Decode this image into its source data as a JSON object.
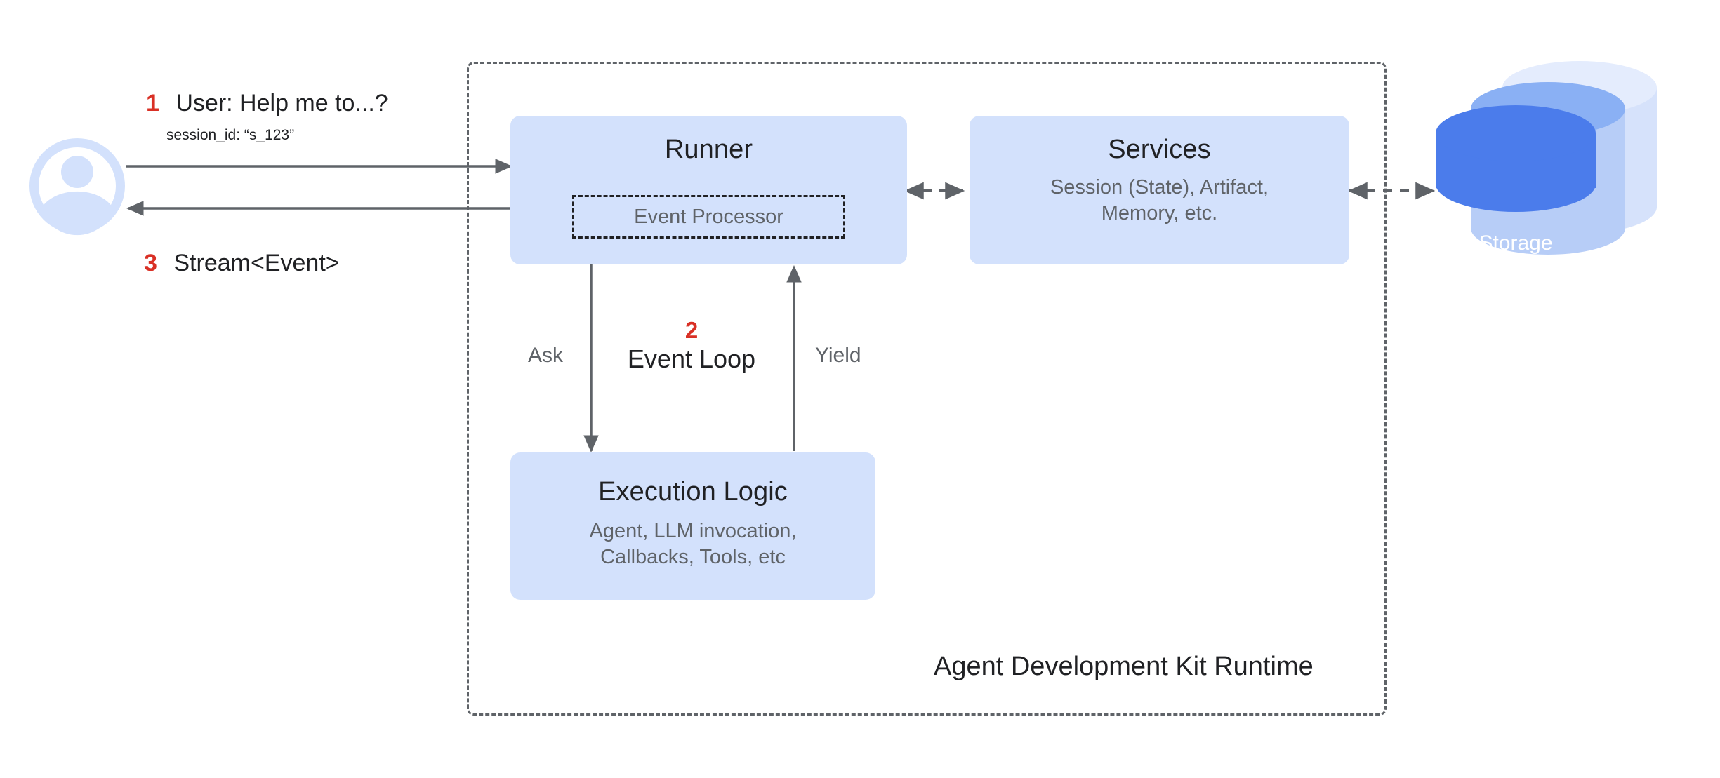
{
  "diagram": {
    "title": "Agent Development Kit Runtime",
    "colors": {
      "box_fill": "#d3e1fc",
      "accent_red": "#d93025",
      "text_primary": "#202124",
      "text_secondary": "#5f6368",
      "arrow": "#5f6368",
      "storage_front": "#4b7ceb",
      "storage_middle": "#8ab0f4",
      "storage_back": "#d6e2fb",
      "avatar": "#d3e1fc"
    }
  },
  "actor": {
    "avatar_icon": "user-avatar-icon",
    "request": {
      "step": "1",
      "text": "User: Help me to...?",
      "detail": "session_id: “s_123”"
    },
    "response": {
      "step": "3",
      "text": "Stream<Event>"
    }
  },
  "nodes": {
    "runner": {
      "title": "Runner",
      "inner": {
        "label": "Event Processor"
      }
    },
    "services": {
      "title": "Services",
      "subtitle": "Session (State), Artifact,\nMemory, etc."
    },
    "execution_logic": {
      "title": "Execution Logic",
      "subtitle": "Agent, LLM invocation,\nCallbacks, Tools, etc"
    },
    "storage": {
      "label": "Storage",
      "icon": "database-cylinder-icon"
    }
  },
  "edges": {
    "ask": {
      "label": "Ask",
      "direction": "runner-to-execution"
    },
    "yield": {
      "label": "Yield",
      "direction": "execution-to-runner"
    },
    "event_loop": {
      "step": "2",
      "label": "Event Loop"
    },
    "runner_services": {
      "direction": "bidirectional",
      "style": "dashed"
    },
    "services_storage": {
      "direction": "bidirectional",
      "style": "dashed"
    },
    "user_to_runner": {
      "direction": "user-to-runner",
      "style": "solid"
    },
    "runner_to_user": {
      "direction": "runner-to-user",
      "style": "solid"
    }
  }
}
